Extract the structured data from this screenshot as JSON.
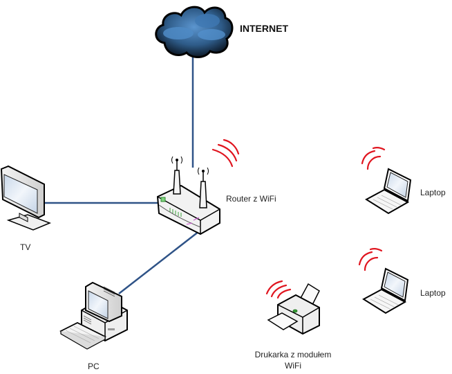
{
  "diagram": {
    "title": "Home WiFi network",
    "colors": {
      "link": "#2f5387",
      "wifi_waves": "#e0151f",
      "cloud_dark": "#0d1a2a",
      "cloud_light": "#4d88c4",
      "router_led": "#3aa23a",
      "router_accent": "#c94fd0",
      "screen": "#dde8f4"
    },
    "nodes": {
      "internet": {
        "label": "INTERNET",
        "icon": "cloud-icon"
      },
      "router": {
        "label": "Router z WiFi",
        "icon": "wifi-router-icon"
      },
      "tv": {
        "label": "TV",
        "icon": "monitor-icon"
      },
      "pc": {
        "label": "PC",
        "icon": "desktop-pc-icon"
      },
      "printer": {
        "label_line1": "Drukarka z modułem",
        "label_line2": "WiFi",
        "icon": "printer-icon"
      },
      "laptop1": {
        "label": "Laptop",
        "icon": "laptop-icon"
      },
      "laptop2": {
        "label": "Laptop",
        "icon": "laptop-icon"
      }
    },
    "connections": [
      {
        "from": "internet",
        "to": "router",
        "type": "wired"
      },
      {
        "from": "tv",
        "to": "router",
        "type": "wired"
      },
      {
        "from": "pc",
        "to": "router",
        "type": "wired"
      },
      {
        "from": "printer",
        "to": "router",
        "type": "wireless"
      },
      {
        "from": "laptop1",
        "to": "router",
        "type": "wireless"
      },
      {
        "from": "laptop2",
        "to": "router",
        "type": "wireless"
      }
    ]
  }
}
